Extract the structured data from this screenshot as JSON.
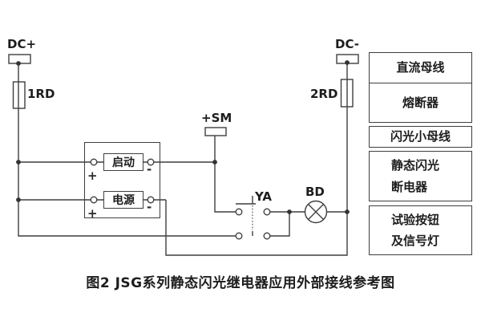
{
  "figure": {
    "caption": "图2  JSG系列静态闪光继电器应用外部接线参考图"
  },
  "labels": {
    "dc_plus": "DC+",
    "dc_minus": "DC-",
    "fuse_left": "1RD",
    "fuse_right": "2RD",
    "flash_bus": "+SM",
    "contact": "YA",
    "lamp": "BD",
    "relay_start": "启动",
    "relay_power": "电源",
    "plus": "+",
    "minus": "-"
  },
  "legend": {
    "rows": [
      {
        "lines": [
          "直流母线"
        ]
      },
      {
        "lines": [
          "熔断器"
        ]
      },
      {
        "lines": [
          "闪光小母线"
        ]
      },
      {
        "lines": [
          "静态闪光",
          "断电器"
        ]
      },
      {
        "lines": [
          "试验按钮",
          "及信号灯"
        ]
      }
    ]
  },
  "colors": {
    "line": "#3f3f3f",
    "text": "#1d1d1d",
    "background": "#ffffff"
  }
}
